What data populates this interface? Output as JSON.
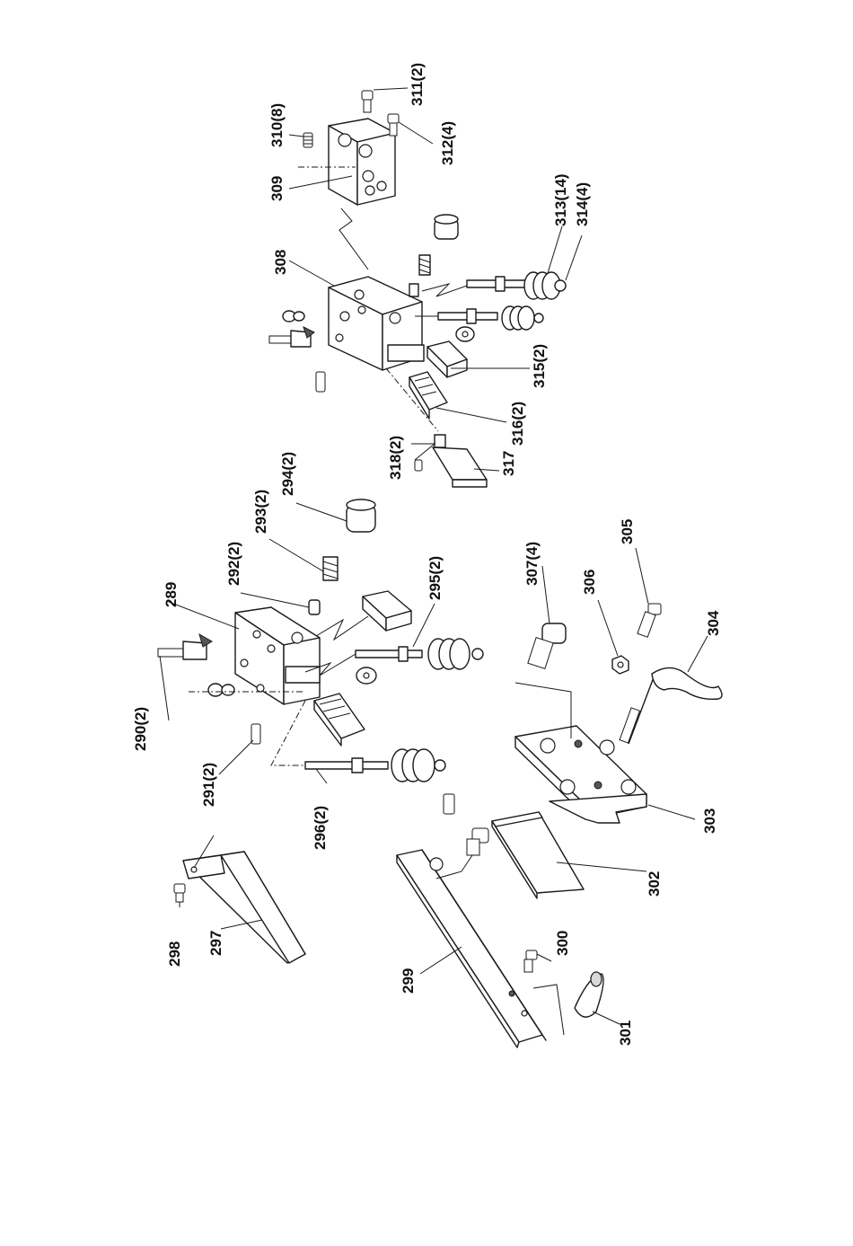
{
  "labels": {
    "p289": "289",
    "p290": "290(2)",
    "p291": "291(2)",
    "p292": "292(2)",
    "p293": "293(2)",
    "p294": "294(2)",
    "p295": "295(2)",
    "p296": "296(2)",
    "p297": "297",
    "p298": "298",
    "p299": "299",
    "p300": "300",
    "p301": "301",
    "p302": "302",
    "p303": "303",
    "p304": "304",
    "p305": "305",
    "p306": "306",
    "p307": "307(4)",
    "p308": "308",
    "p309": "309",
    "p310": "310(8)",
    "p311": "311(2)",
    "p312": "312(4)",
    "p313": "313(14)",
    "p314": "314(4)",
    "p315": "315(2)",
    "p316": "316(2)",
    "p317": "317",
    "p318": "318(2)"
  }
}
